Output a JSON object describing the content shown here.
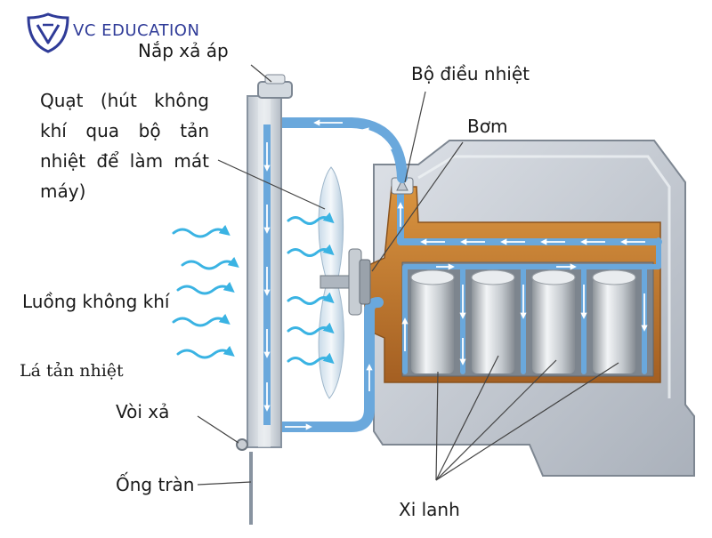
{
  "brand": {
    "name": "VC EDUCATION",
    "logo_icon": "vc-shield-logo-icon",
    "color": "#2f3b98"
  },
  "labels": {
    "pressure_cap": "Nắp xả áp",
    "thermostat": "Bộ điều nhiệt",
    "pump": "Bơm",
    "fan": "Quạt (hút không khí qua bộ tản nhiệt để làm mát máy)",
    "airflow": "Luồng không khí",
    "radiator_fins": "Lá tản nhiệt",
    "drain_valve": "Vòi xả",
    "overflow_pipe": "Ống tràn",
    "cylinders": "Xi lanh"
  },
  "colors": {
    "coolant_arrow": "#5b9fd6",
    "engine_block": "#c7cdd6",
    "coolant_jacket": "#c67f33",
    "radiator": "#d6dce3",
    "cylinder": "#b9bec4",
    "airflow": "#3ab3e3"
  }
}
